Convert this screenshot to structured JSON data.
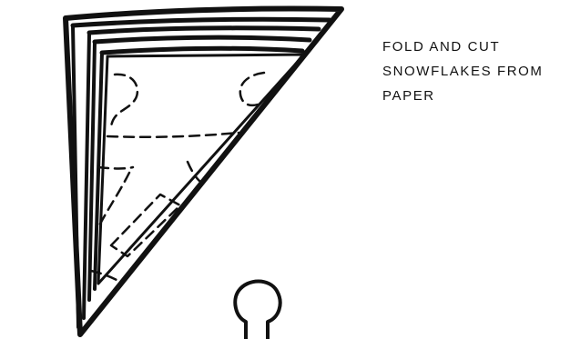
{
  "caption": {
    "lines": [
      "FOLD AND CUT",
      "SNOWFLAKES FROM",
      "PAPER"
    ]
  },
  "colors": {
    "ink": "#111111",
    "background": "#ffffff"
  },
  "illustration": {
    "subject": "folded paper triangle with dashed cut lines",
    "icons": [
      "folded-paper-icon",
      "dashed-cut-line-icon",
      "scissors-handle-icon"
    ]
  }
}
